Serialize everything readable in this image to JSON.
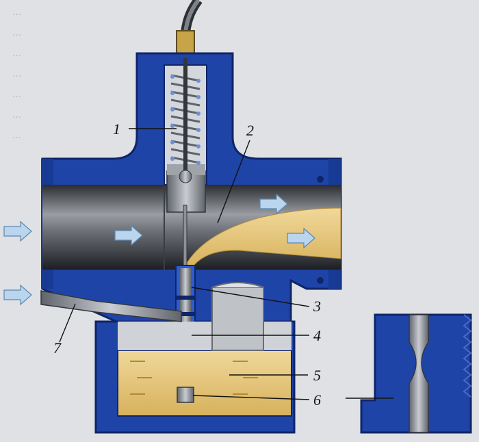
{
  "background_text": [
    "...",
    "...",
    "...",
    "...",
    "...",
    "...",
    "..."
  ],
  "labels": {
    "l1": "1",
    "l2": "2",
    "l3": "3",
    "l4": "4",
    "l5": "5",
    "l6": "6",
    "l7": "7"
  },
  "colors": {
    "body": "#1f44a8",
    "body_dark": "#0f2568",
    "fuel": "#e8c878",
    "air_arrow": "#b9d6ee",
    "background": "#dfe1e4"
  }
}
